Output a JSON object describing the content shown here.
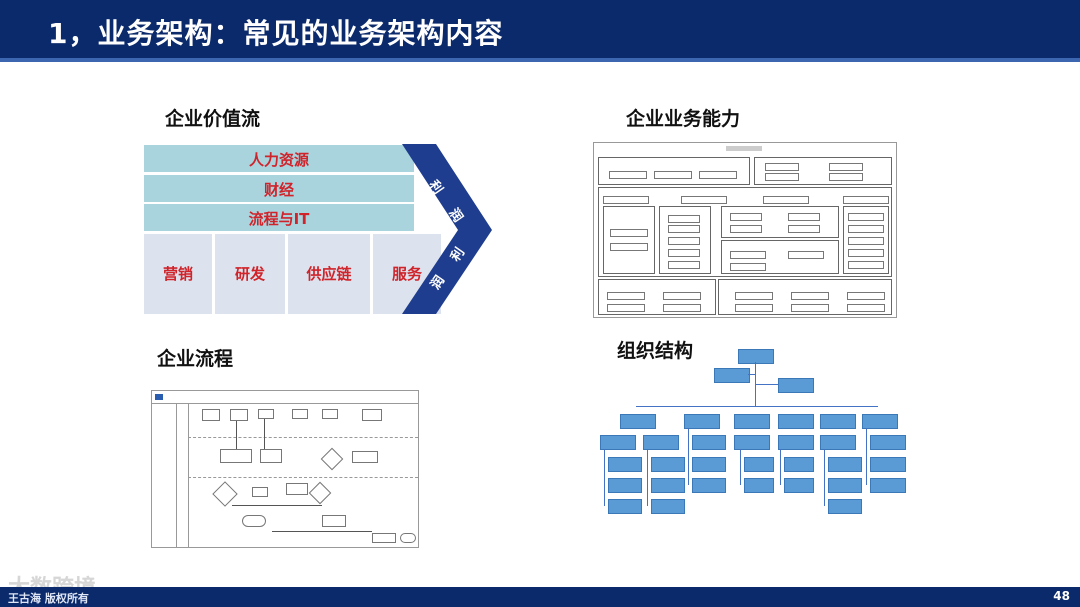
{
  "title": "1，业务架构：常见的业务架构内容",
  "sections": {
    "value_stream": "企业价值流",
    "capability": "企业业务能力",
    "process": "企业流程",
    "org": "组织结构"
  },
  "value_stream": {
    "bars": [
      "人力资源",
      "财经",
      "流程与IT"
    ],
    "columns": [
      "营销",
      "研发",
      "供应链",
      "服务"
    ],
    "arrow_top": [
      "利",
      "润"
    ],
    "arrow_bottom": [
      "利",
      "润"
    ]
  },
  "footer": {
    "page": "48",
    "credit": "王古海 版权所有",
    "watermark": "大数跨境"
  },
  "colors": {
    "header": "#0b2a6b",
    "accent_red": "#d0232a",
    "bar": "#a9d4de",
    "column": "#dde3ee",
    "arrow": "#1f3d8f",
    "org_box": "#5b9bd5"
  }
}
